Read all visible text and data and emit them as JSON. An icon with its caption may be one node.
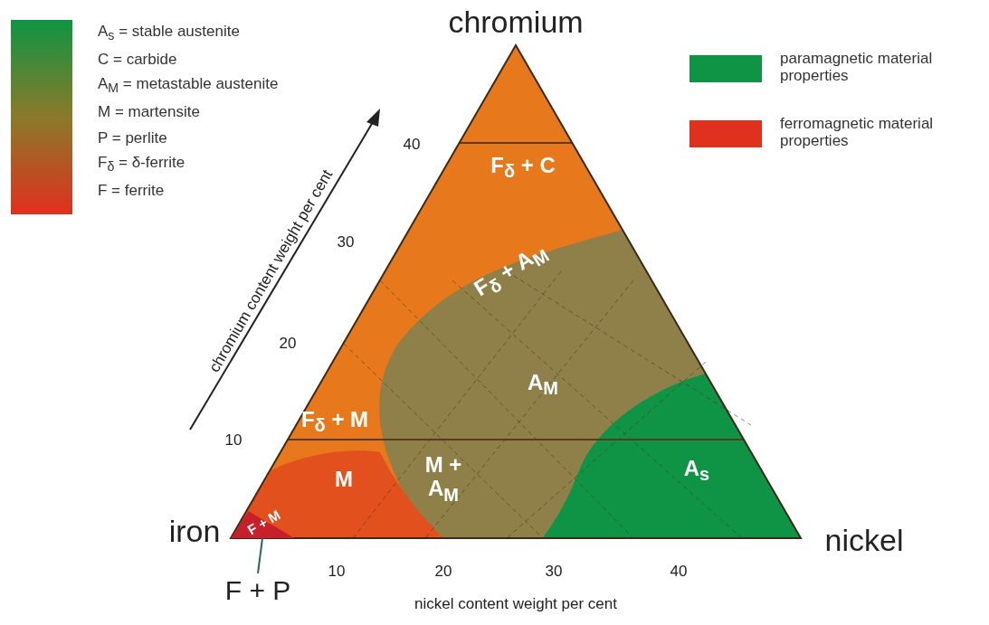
{
  "diagram": {
    "nodes": [
      {
        "text": [],
        "shape": "bar"
      },
      {
        "text": [],
        "shape": "triangle"
      },
      {
        "text": [
          "F + P"
        ]
      }
    ],
    "edges": [
      {
        "from": 2,
        "to": 1,
        "arrow": "none"
      }
    ],
    "labels": [
      "chromium",
      "40",
      "F$_{δ}$ + C",
      "30",
      "F$_{δ}$ + A$_{M}$",
      "chromium content weight per cent",
      "20",
      "A$_{M}$",
      "10",
      "F$_{δ}$ + M",
      "M",
      "M + A$_{M}$",
      "A$_{s}$",
      "iron",
      "F + M",
      "nickel",
      "10",
      "20",
      "30",
      "40",
      "nickel content weight per cent"
    ],
    "legend": [
      {
        "text": "A$_{s}$ = stable austenite"
      },
      {
        "text": "C = carbide"
      },
      {
        "text": "A$_{M}$ = metastable austenite"
      },
      {
        "text": "M = martensite"
      },
      {
        "text": "P = perlite"
      },
      {
        "text": "F$_{δ}$ = δ-ferrite"
      },
      {
        "text": "F = ferrite"
      },
      {
        "text": "paramagnetic material properties",
        "color": "#0e9444"
      },
      {
        "text": "ferromagnetic material properties",
        "color": "#e0301e"
      }
    ]
  }
}
